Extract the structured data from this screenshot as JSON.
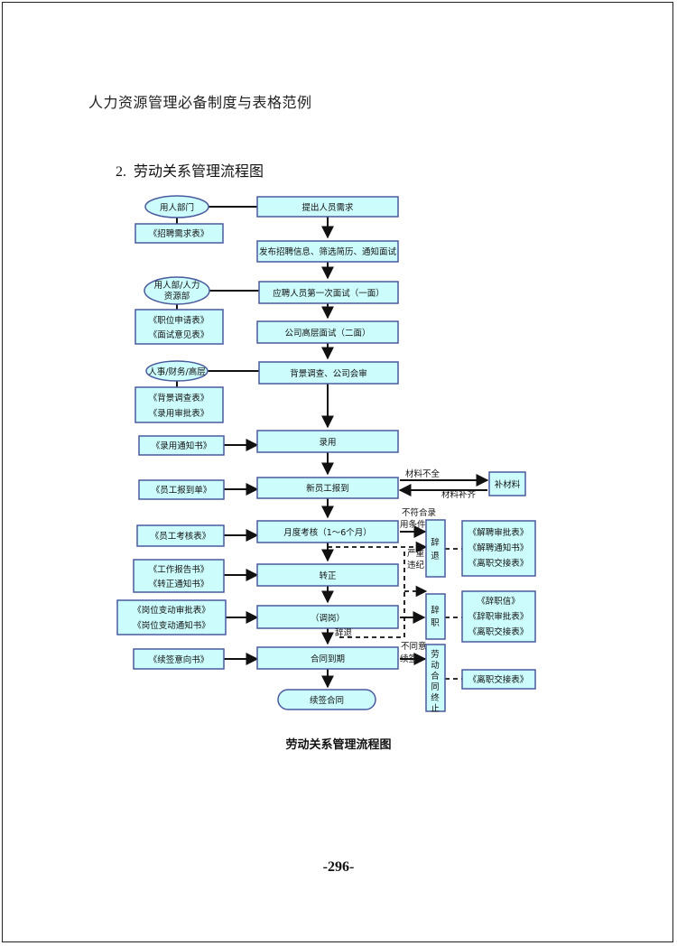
{
  "header": {
    "book_title": "人力资源管理必备制度与表格范例"
  },
  "section": {
    "number": "2.",
    "title": "劳动关系管理流程图"
  },
  "flow": {
    "process": [
      "提出人员需求",
      "发布招聘信息、筛选简历、通知面试",
      "应聘人员第一次面试（一面）",
      "公司高层面试（二面）",
      "背景调查、公司会审",
      "录用",
      "新员工报到",
      "月度考核（1～6个月）",
      "转正",
      "（调岗）",
      "合同到期",
      "续签合同"
    ],
    "roles": [
      "用人部门",
      "用人部/人力",
      "资源部",
      "人事/财务/高层"
    ],
    "left_forms": [
      "《招聘需求表》",
      "《职位申请表》",
      "《面试意见表》",
      "《背景调查表》",
      "《录用审批表》",
      "《录用通知书》",
      "《员工报到单》",
      "《员工考核表》",
      "《工作报告书》",
      "《转正通知书》",
      "《岗位变动审批表》",
      "《岗位变动通知书》",
      "《续签意向书》"
    ],
    "outcomes": {
      "supplement": "补材料",
      "dismiss": [
        "辞",
        "退"
      ],
      "resign": [
        "辞",
        "职"
      ],
      "terminate": [
        "劳",
        "动",
        "合",
        "同",
        "终",
        "止"
      ]
    },
    "right_forms": [
      "《解聘审批表》",
      "《解聘通知书》",
      "《离职交接表》",
      "《辞职信》",
      "《辞职审批表》",
      "《离职交接表》",
      "《离职交接表》"
    ],
    "edge_labels": {
      "incomplete": "材料不全",
      "complete": "材料补齐",
      "fail_1": "不符合录",
      "fail_2": "用条件",
      "violation_1": "严重",
      "violation_2": "违纪",
      "dismiss": "辞退",
      "disagree_1": "不同意",
      "disagree_2": "续签"
    }
  },
  "caption": "劳动关系管理流程图",
  "page_number": "-296-",
  "colors": {
    "box_fill": "#ccfcfc",
    "box_stroke": "#4a5a9e",
    "line": "#111111"
  }
}
